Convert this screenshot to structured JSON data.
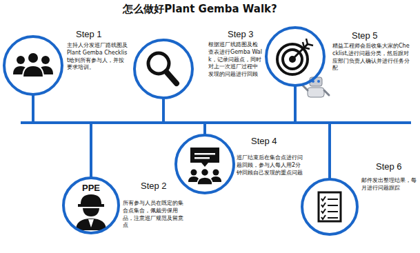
{
  "diagram": {
    "title": "怎么做好Plant Gemba Walk?",
    "nodes": [
      {
        "text": [
          "Step 1",
          "主持人分发巡厂路线图及Plant Gemba Checklist给到所有参与人，并按要求培训。"
        ]
      },
      {
        "text": [
          "PPE",
          "Step 2",
          "所有参与人员在既定的集合点集合，佩戴劳保用品，注意巡厂规范及留意点"
        ]
      },
      {
        "text": [
          "Step 3",
          "根据巡厂线路图及检查表进行Gemba Walk，记录问题点，同时对上一次巡厂过程中发现的问题进行回顾"
        ]
      },
      {
        "text": [
          "Step 4",
          "巡厂结束后在集合点进行问题回顾，参与人每人用2分钟回顾自己发现的重点问题"
        ]
      },
      {
        "text": [
          "Step 5",
          "精益工程师会后收集大家的Checklist,进行问题分类，然后跟对应部门负责人确认并进行任务分配"
        ]
      },
      {
        "text": [
          "Step 6",
          "邮件发出整理结果，每月进行问题跟踪"
        ]
      }
    ]
  }
}
